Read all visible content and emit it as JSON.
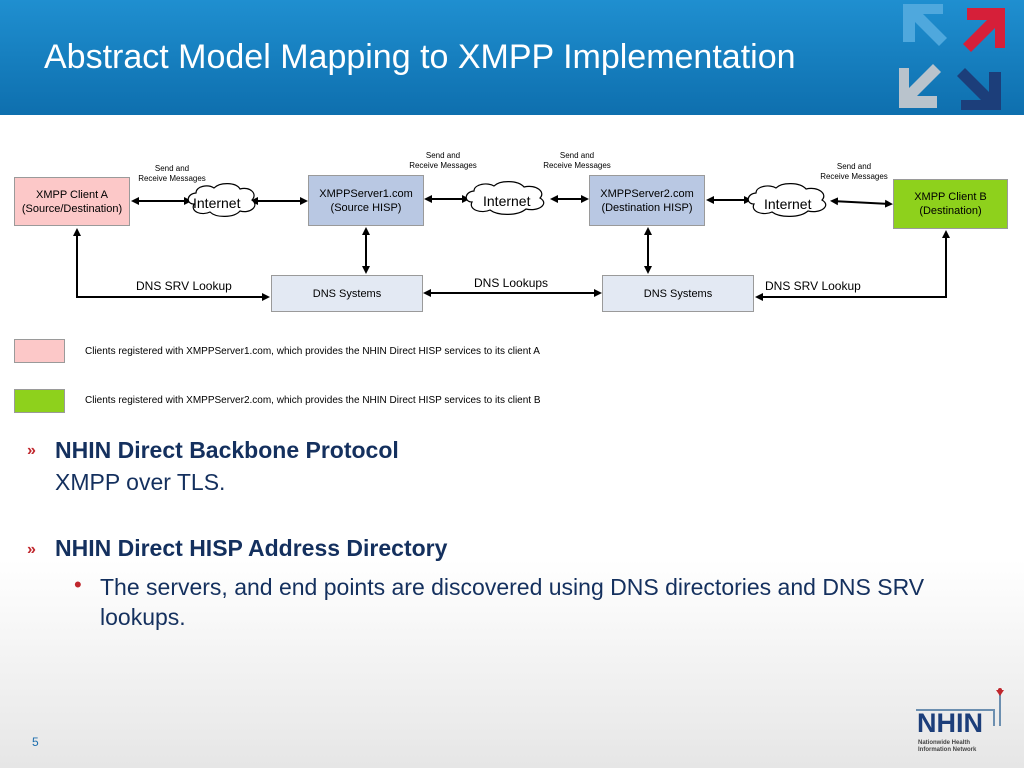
{
  "slide": {
    "title": "Abstract Model Mapping to XMPP Implementation",
    "page_number": "5"
  },
  "diagram": {
    "client_a": "XMPP Client A\n(Source/Destination)",
    "server1": "XMPPServer1.com\n(Source HISP)",
    "server2": "XMPPServer2.com\n(Destination HISP)",
    "client_b": "XMPP Client B\n(Destination)",
    "dns_left": "DNS Systems",
    "dns_right": "DNS Systems",
    "internet_labels": [
      "Internet",
      "Internet",
      "Internet"
    ],
    "send_receive_labels": [
      "Send and\nReceive Messages",
      "Send and\nReceive Messages",
      "Send and\nReceive Messages",
      "Send and\nReceive Messages"
    ],
    "dns_srv_left": "DNS SRV Lookup",
    "dns_lookups": "DNS Lookups",
    "dns_srv_right": "DNS SRV Lookup",
    "colors": {
      "client_a_fill": "#fcc8c8",
      "server_fill": "#b9c8e3",
      "client_b_fill": "#8ed11c",
      "dns_fill": "#e3e9f3"
    }
  },
  "legend": [
    {
      "color": "#fcc8c8",
      "text": "Clients registered with XMPPServer1.com, which provides the NHIN Direct HISP services to its client A"
    },
    {
      "color": "#8ed11c",
      "text": "Clients registered with XMPPServer2.com, which provides the NHIN Direct HISP services to its client B"
    }
  ],
  "bullets": [
    {
      "marker": "»",
      "heading": "NHIN Direct Backbone Protocol",
      "sub": "XMPP over TLS."
    },
    {
      "marker": "»",
      "heading": "NHIN Direct HISP Address Directory",
      "items": [
        {
          "marker": "•",
          "text": "The servers, and end points are discovered using DNS directories and DNS SRV lookups."
        }
      ]
    }
  ],
  "logo": {
    "text": "NHIN",
    "subtext_line1": "Nationwide Health",
    "subtext_line2": "Information Network"
  }
}
